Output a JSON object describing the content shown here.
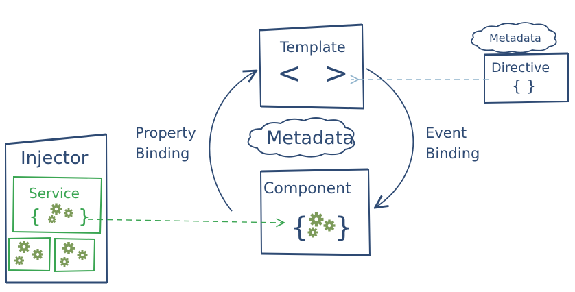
{
  "template": {
    "title": "Template",
    "symbol": "< >"
  },
  "component": {
    "title": "Component"
  },
  "directive": {
    "title": "Directive",
    "symbol": "{ }",
    "cloud": "Metadata"
  },
  "center_cloud": "Metadata",
  "property_binding": {
    "line1": "Property",
    "line2": "Binding"
  },
  "event_binding": {
    "line1": "Event",
    "line2": "Binding"
  },
  "injector": {
    "title": "Injector",
    "service": "Service"
  },
  "colors": {
    "ink": "#2e4a73",
    "dashed_blue": "#8fb3cc",
    "green": "#3aa552",
    "gear": "#7d9b5a"
  },
  "icons": [
    "gear-icon",
    "curly-braces-icon",
    "angle-brackets-icon",
    "cloud-icon",
    "arrow-icon"
  ]
}
